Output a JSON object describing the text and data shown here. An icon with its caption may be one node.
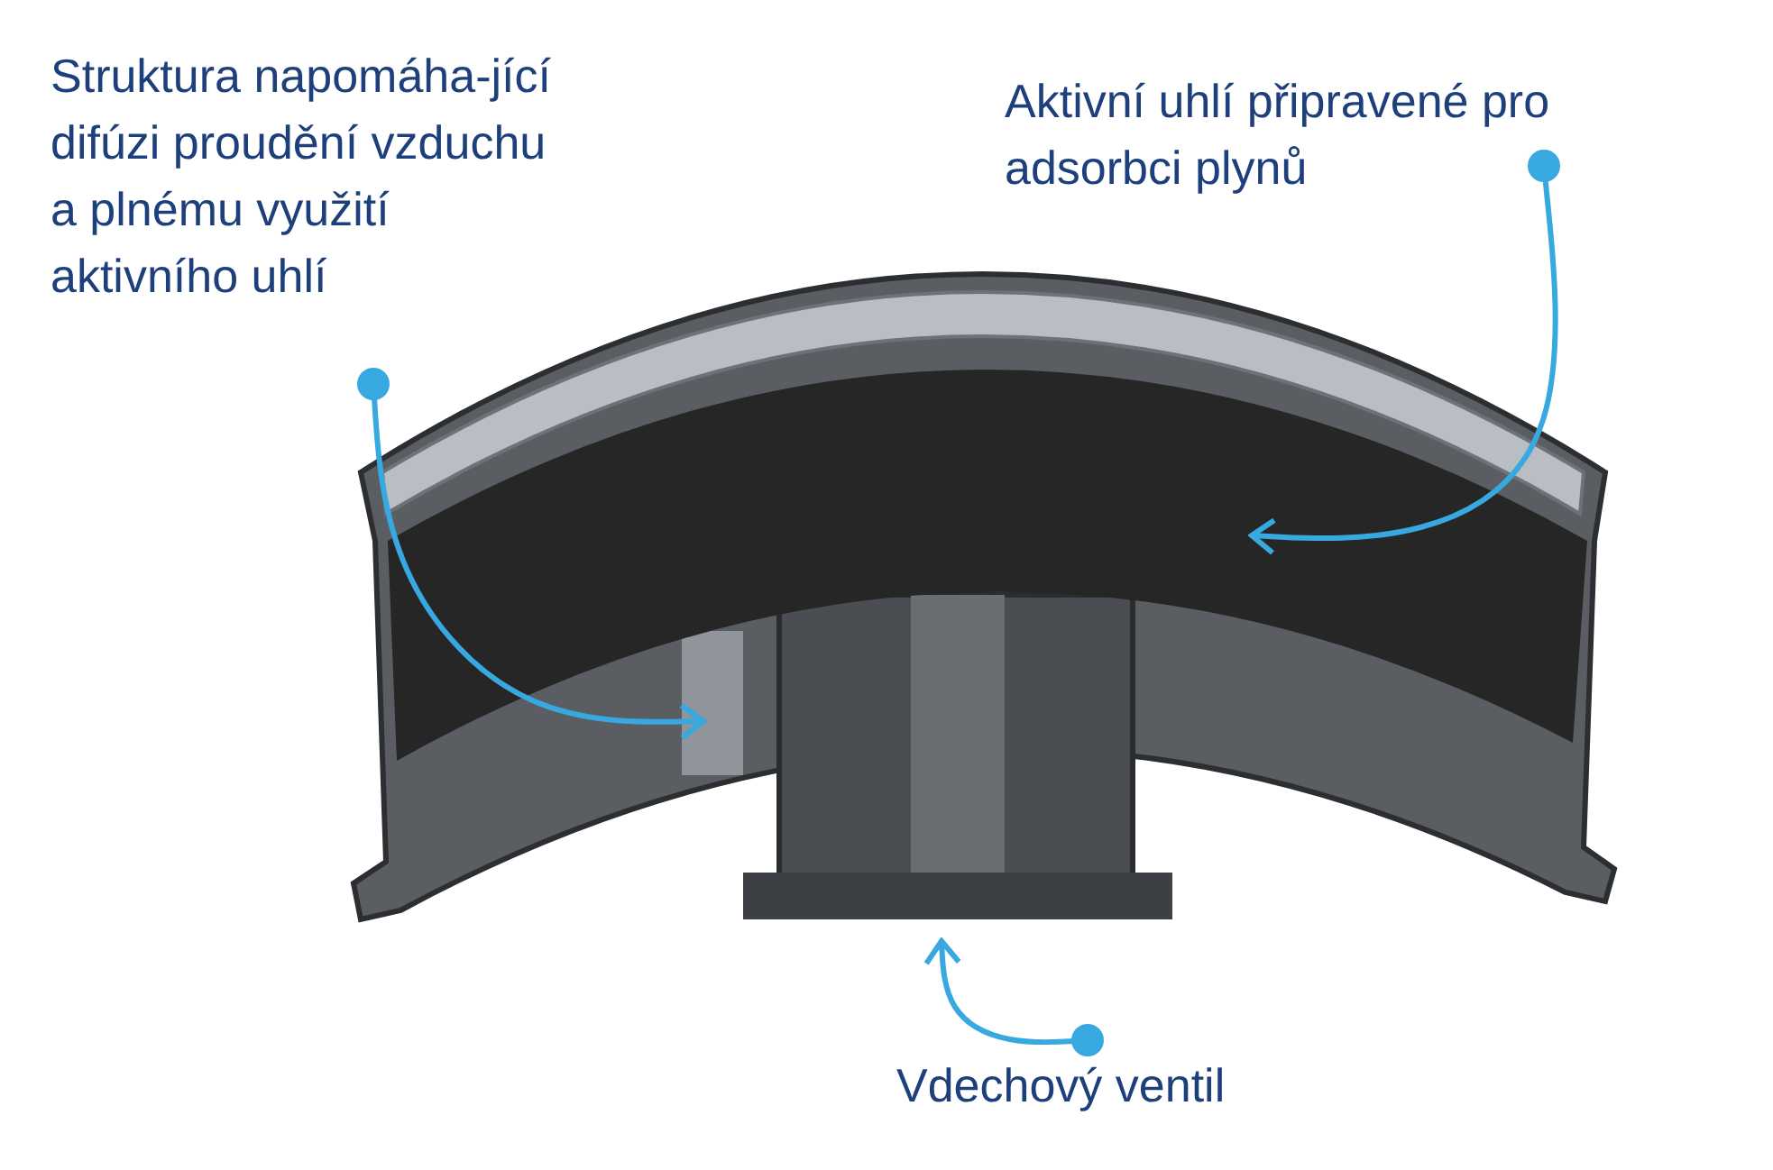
{
  "diagram": {
    "nodes": [
      {
        "text": [
          "Struktura napomáha-jící difúzi proudění vzduchu a plnému využití aktivního uhlí"
        ]
      },
      {
        "text": [
          "Aktivní uhlí připravené pro adsorbci plynů"
        ]
      },
      {
        "text": [
          "Vdechový ventil"
        ]
      },
      {
        "text": [],
        "shape": "box"
      },
      {
        "text": [],
        "shape": "bar"
      },
      {
        "text": [],
        "shape": "box"
      }
    ],
    "edges": [
      {
        "from": 0,
        "to": 3,
        "arrow": "to"
      },
      {
        "from": 1,
        "to": 4,
        "arrow": "to"
      },
      {
        "from": 2,
        "to": 5,
        "arrow": "to"
      }
    ]
  }
}
